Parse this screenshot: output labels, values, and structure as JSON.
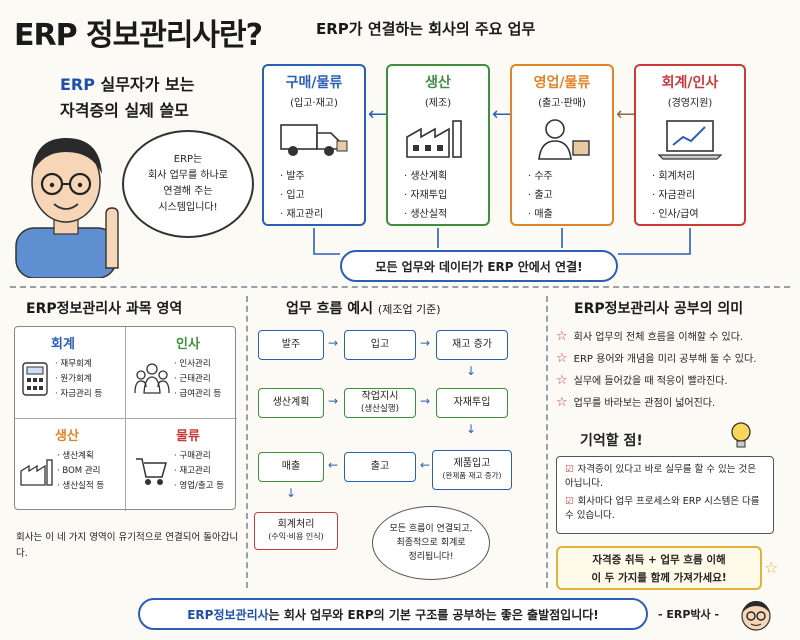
{
  "title": "ERP 정보관리사란?",
  "intro": {
    "line1_blue": "ERP",
    "line1_rest": " 실무자가 보는",
    "line2": "자격증의 실제 쓸모",
    "bubble": [
      "ERP는",
      "회사 업무를 하나로",
      "연결해 주는",
      "시스템입니다!"
    ]
  },
  "departments": {
    "title": "ERP가 연결하는 회사의 주요 업무",
    "cards": [
      {
        "title": "구매/물류",
        "sub": "(입고·재고)",
        "color": "#2b5fb3",
        "icon": "truck-icon",
        "items": [
          "발주",
          "입고",
          "재고관리"
        ]
      },
      {
        "title": "생산",
        "sub": "(제조)",
        "color": "#3f8f3f",
        "icon": "factory-icon",
        "items": [
          "생산계획",
          "자재투입",
          "생산실적"
        ]
      },
      {
        "title": "영업/물류",
        "sub": "(출고·판매)",
        "color": "#e0842a",
        "icon": "salesperson-icon",
        "items": [
          "수주",
          "출고",
          "매출"
        ]
      },
      {
        "title": "회계/인사",
        "sub": "(경영지원)",
        "color": "#c93a3a",
        "icon": "laptop-chart-icon",
        "items": [
          "회계처리",
          "자금관리",
          "인사/급여"
        ]
      }
    ],
    "connect": "모든 업무와 데이터가 ERP 안에서 연결!"
  },
  "subjects": {
    "title": "ERP정보관리사 과목 영역",
    "quads": [
      {
        "title": "회계",
        "color": "#2b5fb3",
        "icon": "calculator-icon",
        "items": [
          "재무회계",
          "원가회계",
          "자금관리 등"
        ]
      },
      {
        "title": "인사",
        "color": "#3f8f3f",
        "icon": "people-icon",
        "items": [
          "인사관리",
          "근태관리",
          "급여관리 등"
        ]
      },
      {
        "title": "생산",
        "color": "#e0842a",
        "icon": "factory-icon",
        "items": [
          "생산계획",
          "BOM 관리",
          "생산실적 등"
        ]
      },
      {
        "title": "물류",
        "color": "#c93a3a",
        "icon": "cart-icon",
        "items": [
          "구매관리",
          "재고관리",
          "영업/출고 등"
        ]
      }
    ],
    "note": "회사는 이 네 가지 영역이 유기적으로 연결되어 돌아갑니다."
  },
  "flow": {
    "title": "업무 흐름 예시",
    "title_sub": "(제조업 기준)",
    "steps": {
      "order": "발주",
      "receive": "입고",
      "stock_up": "재고 증가",
      "prod_plan": "생산계획",
      "work_order": "작업지시",
      "work_order_sub": "(생산실행)",
      "material": "자재투입",
      "sales": "매출",
      "ship": "출고",
      "fg_in": "제품입고",
      "fg_in_sub": "(완제품 재고 증가)",
      "accounting": "회계처리",
      "accounting_sub": "(수익·비용 인식)"
    },
    "cloud": [
      "모든 흐름이 연결되고,",
      "최종적으로 회계로",
      "정리됩니다!"
    ]
  },
  "meaning": {
    "title": "ERP정보관리사 공부의 의미",
    "items": [
      "회사 업무의 전체 흐름을 이해할 수 있다.",
      "ERP 용어와 개념을 미리 공부해 둘 수 있다.",
      "실무에 들어갔을 때 적응이 빨라진다.",
      "업무를 바라보는 관점이 넓어진다."
    ],
    "memo_title": "기억할 점!",
    "memo": [
      "자격증이 있다고 바로 실무를 할 수 있는 것은 아닙니다.",
      "회사마다 업무 프로세스와 ERP 시스템은 다를 수 있습니다."
    ],
    "tip": [
      "자격증 취득 + 업무 흐름 이해",
      "이 두 가지를 함께 가져가세요!"
    ]
  },
  "footer": {
    "blue": "ERP정보관리사",
    "rest": "는 회사 업무와 ERP의 기본 구조를 공부하는 좋은 출발점입니다!",
    "sign": "- ERP박사 -"
  }
}
